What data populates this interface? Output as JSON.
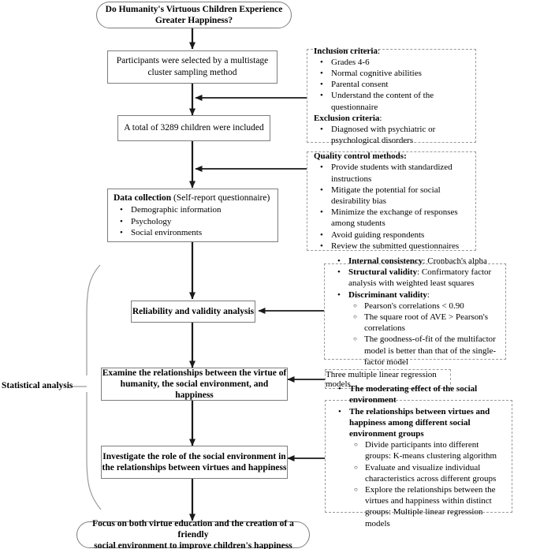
{
  "figure": {
    "type": "flowchart",
    "title": "Do Humanity's Virtuous Children Experience Greater Happiness?"
  },
  "nodes": {
    "research_question": {
      "line1": "Do Humanity's Virtuous Children Experience",
      "line2": "Greater Happiness?"
    },
    "sampling": {
      "line1": "Participants were selected by a multistage",
      "line2": "cluster sampling method"
    },
    "total_included": {
      "text": "A  total of 3289 children were included"
    },
    "data_collection": {
      "head_bold": "Data collection",
      "head_rest": " (Self-report questionnaire)",
      "items": [
        "Demographic information",
        "Psychology",
        "Social environments"
      ]
    },
    "reliability": {
      "text": "Reliability and validity analysis"
    },
    "examine": {
      "line1": "Examine the relationships between the virtue of",
      "line2": "humanity, the social environment, and happiness"
    },
    "investigate": {
      "line1": "Investigate the role of the social environment in",
      "line2": "the relationships between virtues and happiness"
    },
    "conclusion": {
      "line1": "Focus on both virtue education and the creation of a friendly",
      "line2": "social environment to improve children's happiness"
    }
  },
  "panels": {
    "criteria": {
      "inclusion_head": "Inclusion criteria",
      "inclusion_colon": ":",
      "inclusion_items": [
        "Grades 4-6",
        "Normal cognitive abilities",
        "Parental consent",
        "Understand the content of the questionnaire"
      ],
      "exclusion_head": "Exclusion criteria",
      "exclusion_colon": ":",
      "exclusion_items": [
        "Diagnosed with psychiatric or psychological disorders"
      ]
    },
    "quality_control": {
      "head": "Quality control methods:",
      "items": [
        "Provide students with standardized instructions",
        "Mitigate the potential for social desirability bias",
        "Minimize the exchange of responses among students",
        "Avoid guiding respondents",
        "Review the submitted questionnaires"
      ]
    },
    "validity": {
      "items": [
        {
          "bold": "Internal consistency",
          "rest": ": Cronbach's alpha"
        },
        {
          "bold": "Structural validity",
          "rest": ": Confirmatory factor analysis with weighted least squares"
        },
        {
          "bold": "Discriminant validity",
          "rest": ":"
        }
      ],
      "sub_items": [
        "Pearson's correlations < 0.90",
        "The square root of AVE > Pearson's correlations",
        "The goodness-of-fit of the multifactor model is better than that of the single-factor model"
      ]
    },
    "regression_note": {
      "text": "Three multiple linear regression models"
    },
    "social_env": {
      "items": [
        {
          "bold": "The moderating effect of the social environment",
          "rest": ""
        },
        {
          "bold": "The relationships between  virtues and happiness among different social environment groups",
          "rest": ""
        }
      ],
      "sub_items": [
        "Divide participants into different groups: K-means clustering algorithm",
        "Evaluate and visualize individual characteristics across different groups",
        "Explore the relationships between the virtues and happiness within distinct groups: Multiple linear regression models"
      ]
    }
  },
  "annotations": {
    "statistical_analysis": "Statistical analysis"
  },
  "colors": {
    "box_border": "#7d7d7d",
    "dashed_border": "#9a9a9a",
    "arrow": "#1a1a1a",
    "bracket": "#9a9a9a",
    "background": "#ffffff"
  }
}
